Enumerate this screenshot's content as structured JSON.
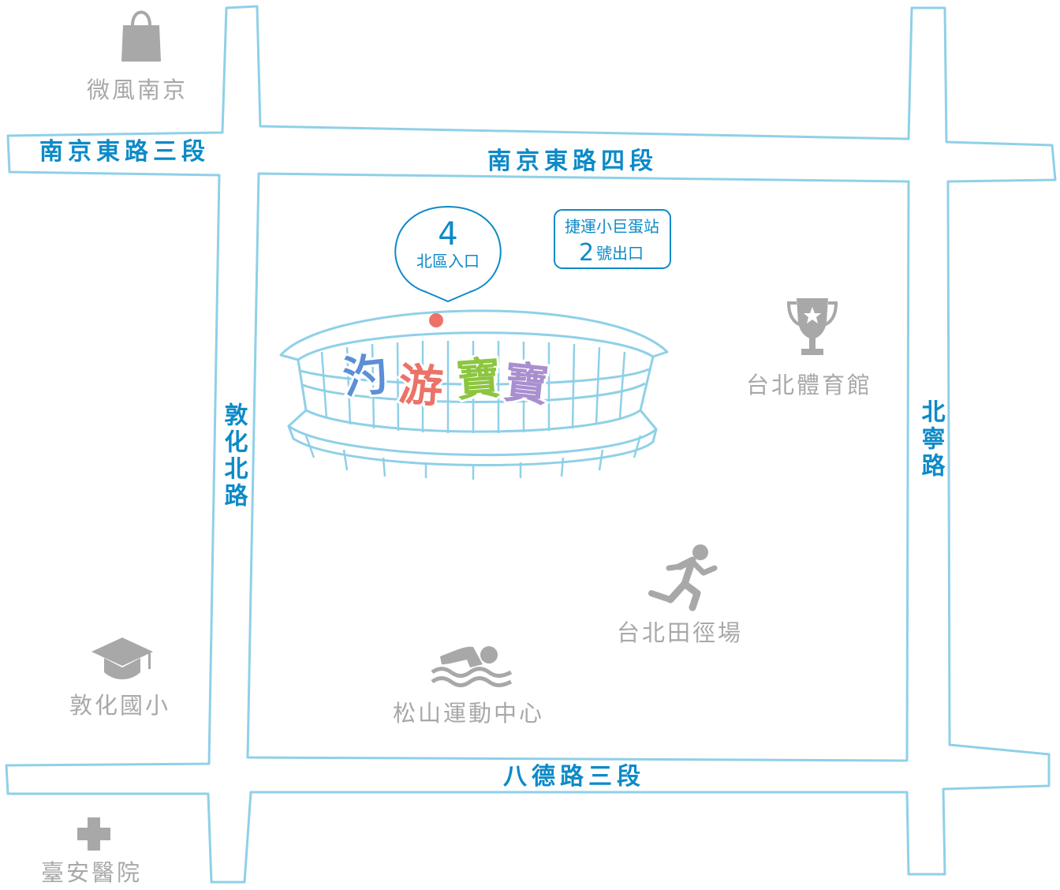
{
  "roads": {
    "nanjing_3": "南京東路三段",
    "nanjing_4": "南京東路四段",
    "bade_3": "八德路三段",
    "dunhua_n": "敦化北路",
    "beining": "北寧路"
  },
  "pois": {
    "shopping": {
      "label": "微風南京",
      "icon": "shopping-bag-icon"
    },
    "school": {
      "label": "敦化國小",
      "icon": "graduation-cap-icon"
    },
    "hospital": {
      "label": "臺安醫院",
      "icon": "medical-cross-icon"
    },
    "gym": {
      "label": "台北體育館",
      "icon": "trophy-icon"
    },
    "track": {
      "label": "台北田徑場",
      "icon": "runner-icon"
    },
    "sports_center": {
      "label": "松山運動中心",
      "icon": "swimmer-icon"
    }
  },
  "entrance": {
    "number": "4",
    "label": "北區入口"
  },
  "mrt": {
    "line1": "捷運小巨蛋站",
    "exit_num": "2",
    "exit_label": "號出口"
  },
  "brand": {
    "chars": [
      "汋",
      "游",
      "寶",
      "寶"
    ],
    "colors": [
      "#5b8fd6",
      "#ec7267",
      "#8cc63f",
      "#a98fcf"
    ]
  },
  "colors": {
    "road_outline": "#8fd0e8",
    "road_label": "#0d8ac7",
    "poi": "#a8a8a8",
    "entrance_dot": "#ec7267"
  }
}
